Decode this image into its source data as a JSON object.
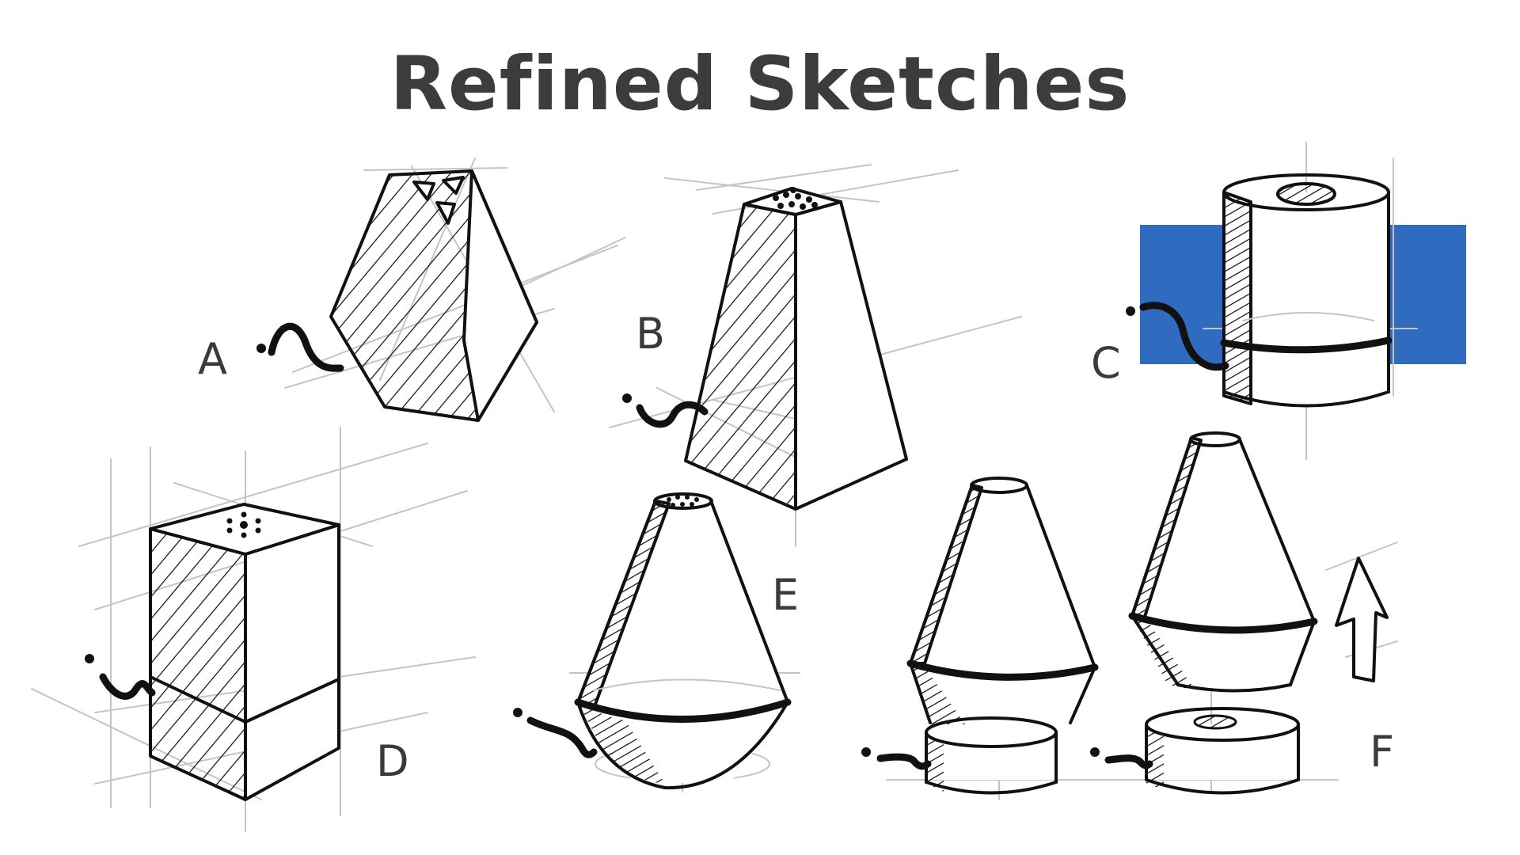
{
  "title": "Refined Sketches",
  "colors": {
    "ink": "#111111",
    "guide": "#c4c4c4",
    "highlight": "#2f6bbf",
    "title": "#3c3c3c",
    "label": "#3a3a3a"
  },
  "sketches": [
    {
      "id": "A",
      "label": "A",
      "shape": "hexagonal-tapered-prism-with-triangle-vents"
    },
    {
      "id": "B",
      "label": "B",
      "shape": "square-tapered-tower-with-dot-grille"
    },
    {
      "id": "C",
      "label": "C",
      "shape": "cylinder-with-top-grille",
      "highlighted": true
    },
    {
      "id": "D",
      "label": "D",
      "shape": "square-box-with-dot-grille"
    },
    {
      "id": "E",
      "label": "E",
      "shape": "cone-with-dot-grille"
    },
    {
      "id": "F",
      "label": "F",
      "shape": "cone-with-removable-base",
      "annotation": "up-arrow"
    }
  ]
}
